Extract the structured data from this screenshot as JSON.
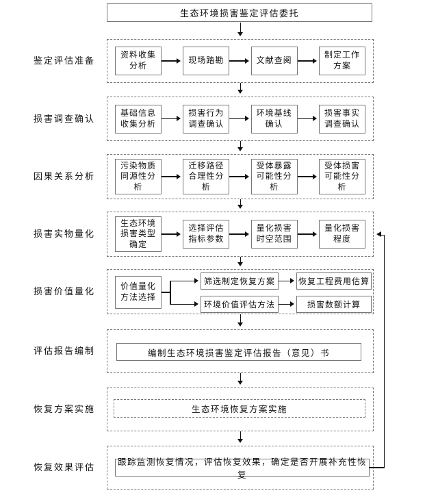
{
  "title": "生态环境损害鉴定评估委托",
  "colors": {
    "border": "#767676",
    "line": "#111111",
    "text": "#111111",
    "background": "#ffffff"
  },
  "stages": [
    {
      "label": "鉴定评估准备",
      "boxes": [
        "资料收集\n分析",
        "现场踏勘",
        "文献查阅",
        "制定工作\n方案"
      ]
    },
    {
      "label": "损害调查确认",
      "boxes": [
        "基础信息\n收集分析",
        "损害行为\n调查确认",
        "环境基线\n确认",
        "损害事实\n调查确认"
      ]
    },
    {
      "label": "因果关系分析",
      "boxes": [
        "污染物质\n同源性分\n析",
        "迁移路径\n合理性分\n析",
        "受体暴露\n可能性分\n析",
        "受体损害\n可能性分\n析"
      ]
    },
    {
      "label": "损害实物量化",
      "boxes": [
        "生态环境\n损害类型\n确定",
        "选择评估\n指标参数",
        "量化损害\n时空范围",
        "量化损害\n程度"
      ]
    },
    {
      "label": "损害价值量化",
      "method_box": "价值量化\n方法选择",
      "branch_top": {
        "mid": "筛选制定恢复方案",
        "right": "恢复工程费用估算"
      },
      "branch_bottom": {
        "mid": "环境价值评估方法",
        "right": "损害数额计算"
      }
    },
    {
      "label": "评估报告编制",
      "box": "编制生态环境损害鉴定评估报告（意见）书"
    },
    {
      "label": "恢复方案实施",
      "box": "生态环境恢复方案实施"
    },
    {
      "label": "恢复效果评估",
      "box": "跟踪监测恢复情况，评估恢复效果，确定是否开展补充性恢复"
    }
  ]
}
